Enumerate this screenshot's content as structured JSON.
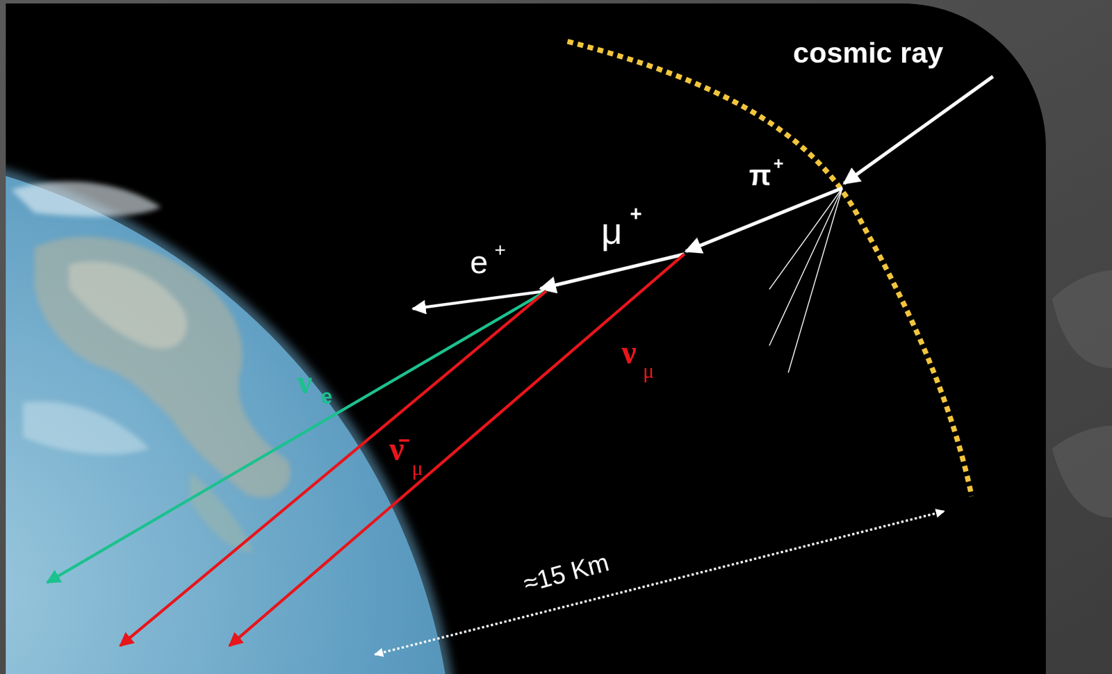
{
  "diagram": {
    "labels": [
      "cosmic ray",
      "π",
      "+",
      "μ",
      "+",
      "e",
      "+",
      "ν",
      "e",
      "ν̄",
      "μ",
      "ν",
      "μ",
      "≈15 Km"
    ]
  }
}
